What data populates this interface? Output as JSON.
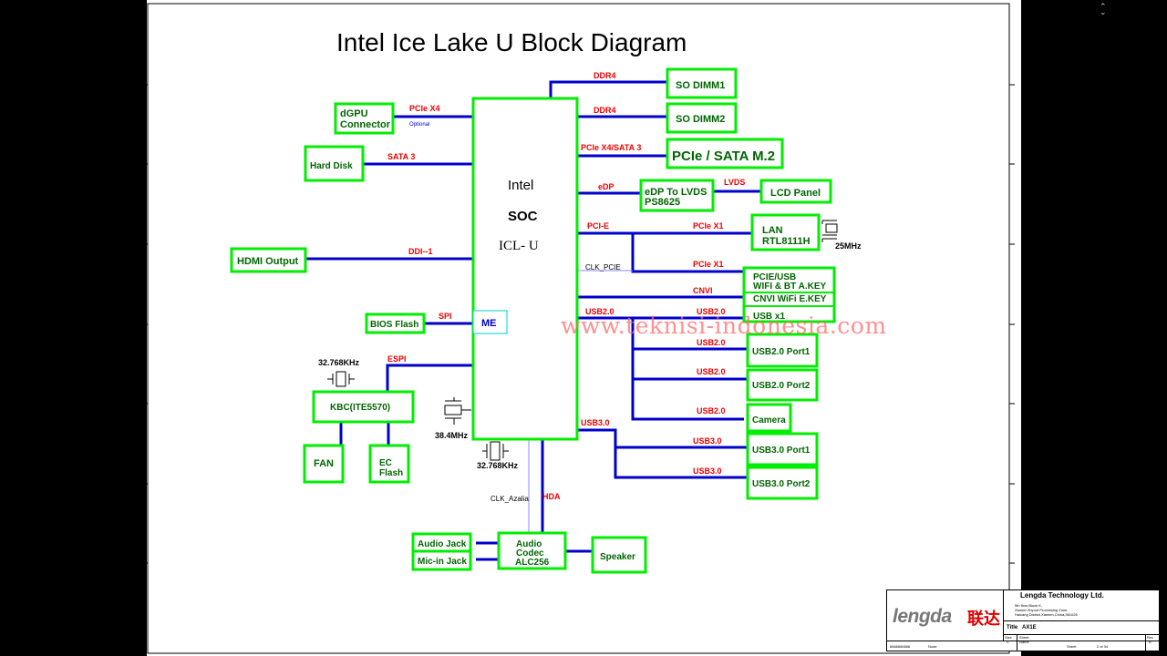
{
  "window_controls": [
    "⌃",
    "⌄"
  ],
  "diagram": {
    "title": "Intel Ice Lake U Block Diagram",
    "soc": {
      "line1": "Intel",
      "line2": "SOC",
      "line3": "ICL- U",
      "me_label": "ME"
    },
    "blocks": {
      "so_dimm1": "SO DIMM1",
      "so_dimm2": "SO DIMM2",
      "pcie_sata_m2": "PCIe / SATA M.2",
      "dgpu_line1": "dGPU",
      "dgpu_line2": "Connector",
      "hard_disk": "Hard Disk",
      "edp_lvds_line1": "eDP To LVDS",
      "edp_lvds_line2": "PS8625",
      "lcd_panel": "LCD Panel",
      "lan_line1": "LAN",
      "lan_line2": "RTL8111H",
      "hdmi_output": "HDMI Output",
      "wifi_a_key_line1": "PCIE/USB",
      "wifi_a_key_line2": "WIFI & BT A.KEY",
      "wifi_e_key": "CNVI WiFi E.KEY",
      "usb_x1": "USB x1",
      "bios_flash": "BIOS Flash",
      "usb2_port1": "USB2.0 Port1",
      "usb2_port2": "USB2.0 Port2",
      "camera": "Camera",
      "kbc": "KBC(ITE5570)",
      "fan": "FAN",
      "ec_flash_line1": "EC",
      "ec_flash_line2": "Flash",
      "usb3_port1": "USB3.0 Port1",
      "usb3_port2": "USB3.0 Port2",
      "audio_jack": "Audio Jack",
      "mic_in_jack": "Mic-in Jack",
      "audio_codec_line1": "Audio",
      "audio_codec_line2": "Codec",
      "audio_codec_line3": "ALC256",
      "speaker": "Speaker"
    },
    "buses": {
      "ddr4_1": "DDR4",
      "ddr4_2": "DDR4",
      "pcie_x4": "PCIe X4",
      "optional": "Optional",
      "sata3": "SATA 3",
      "pcie_x4_sata3": "PCIe X4/SATA 3",
      "edp": "eDP",
      "lvds": "LVDS",
      "pci_e": "PCI-E",
      "pcie_x1_lan": "PCIe X1",
      "pcie_x1_wifi": "PCIe X1",
      "clk_pcie": "CLK_PCIE",
      "ddi": "DDI--1",
      "cnvi": "CNVI",
      "usb20_main": "USB2.0",
      "usb20_usbx1": "USB2.0",
      "usb20_port1": "USB2.0",
      "usb20_port2": "USB2.0",
      "usb20_camera": "USB2.0",
      "spi": "SPI",
      "espi": "ESPI",
      "usb30_main": "USB3.0",
      "usb30_port1": "USB3.0",
      "usb30_port2": "USB3.0",
      "hda": "HDA",
      "clk_azalia": "CLK_Azalia"
    },
    "crystals": {
      "lan_25mhz": "25MHz",
      "kbc_32khz": "32.768KHz",
      "soc_38mhz": "38.4MHz",
      "soc_32khz": "32.768KHz"
    },
    "watermark": "www.teknisi-indonesia.com",
    "colors": {
      "block_border": "#00ee00",
      "block_text": "#006600",
      "bus_line": "#0000cc",
      "bus_label": "#ee0000",
      "aux_line": "#8888ff"
    }
  },
  "title_block": {
    "brand_word": "lengda",
    "brand_cn": "联达",
    "company": "Lengda Technology Ltd.",
    "address_line1": "5th floor,Block K,",
    "address_line2": "Xiamen Export Processing Zone,",
    "address_line3": "Haicang District,Xiamen,China,361026",
    "title_label": "Title",
    "title_value": "AX1E",
    "size_label": "Size",
    "size_value": "C",
    "sheet_label": "Sheet",
    "name_label": "Name",
    "rev_label": "Rev",
    "rev_value": "A",
    "sheet_of": "2   of   34",
    "sheet_label2": "Sheet",
    "left_code": "6666666666",
    "node_label": "Node"
  }
}
